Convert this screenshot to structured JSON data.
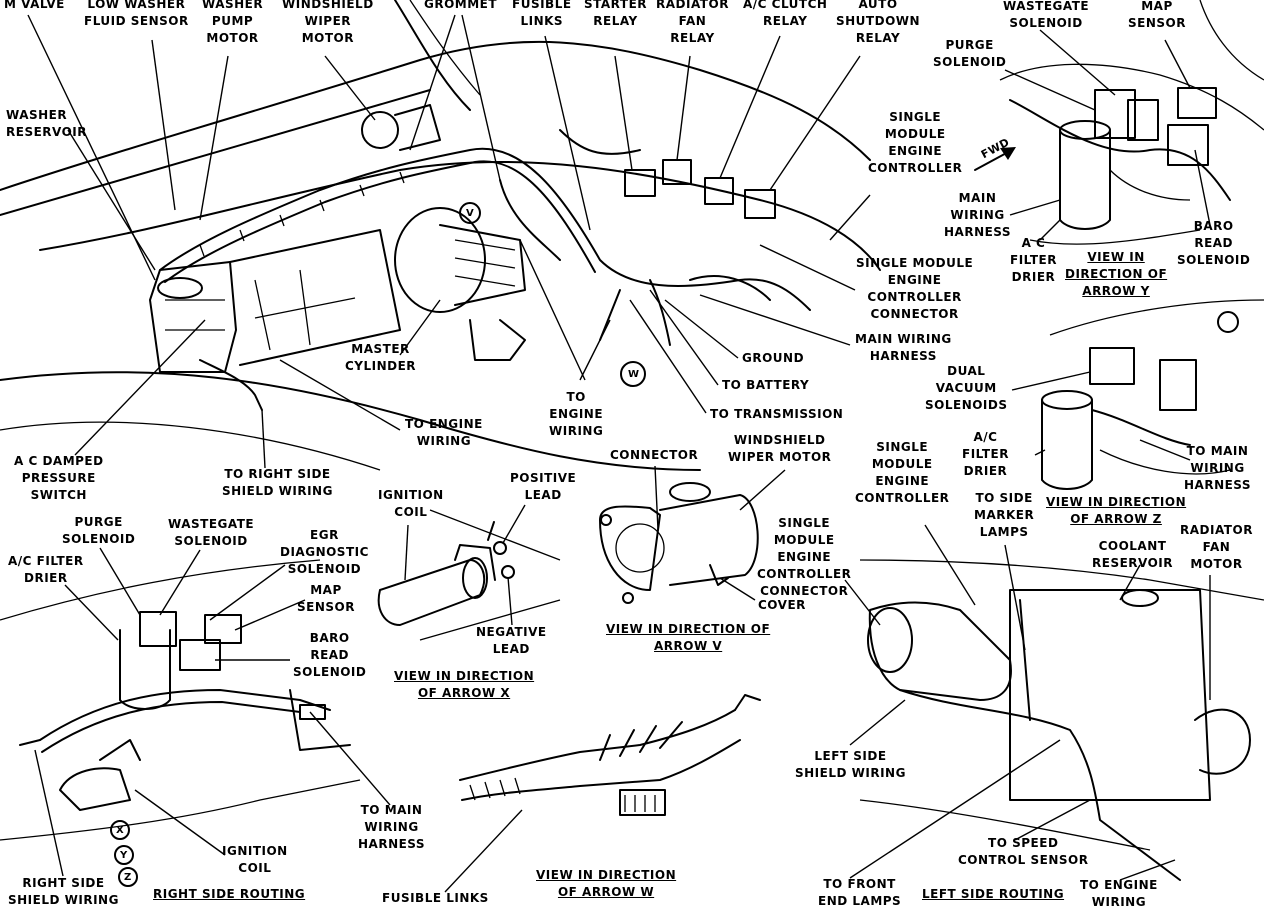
{
  "title_views": {
    "view_y": "VIEW IN\nDIRECTION OF\nARROW Y",
    "view_z": "VIEW IN DIRECTION\nOF ARROW Z",
    "view_v": "VIEW IN DIRECTION OF\nARROW V",
    "view_x": "VIEW IN DIRECTION\nOF ARROW X",
    "view_w": "VIEW IN DIRECTION\nOF ARROW W",
    "right_side_routing": "RIGHT SIDE ROUTING",
    "left_side_routing": "LEFT SIDE ROUTING"
  },
  "main_view": {
    "m_valve": "M VALVE",
    "low_washer_fluid_sensor": "LOW WASHER\nFLUID SENSOR",
    "washer_pump_motor": "WASHER\nPUMP\nMOTOR",
    "windshield_wiper_motor": "WINDSHIELD\nWIPER\nMOTOR",
    "grommet": "GROMMET",
    "fusible_links": "FUSIBLE\nLINKS",
    "starter_relay": "STARTER\nRELAY",
    "radiator_fan_relay": "RADIATOR\nFAN\nRELAY",
    "ac_clutch_relay": "A/C CLUTCH\nRELAY",
    "auto_shutdown_relay": "AUTO\nSHUTDOWN\nRELAY",
    "washer_reservoir": "WASHER\nRESERVOIR",
    "single_module_engine_controller": "SINGLE\nMODULE\nENGINE\nCONTROLLER",
    "smec_connector": "SINGLE MODULE\nENGINE\nCONTROLLER\nCONNECTOR",
    "main_wiring_harness": "MAIN WIRING\nHARNESS",
    "ground": "GROUND",
    "to_battery": "TO BATTERY",
    "to_transmission": "TO TRANSMISSION",
    "master_cylinder": "MASTER\nCYLINDER",
    "to_engine_wiring_1": "TO\nENGINE\nWIRING",
    "to_engine_wiring_2": "TO ENGINE\nWIRING",
    "ac_damped_pressure_switch": "A C DAMPED\nPRESSURE\nSWITCH",
    "to_right_side_shield_wiring": "TO RIGHT SIDE\nSHIELD WIRING",
    "arrow_v": "V",
    "arrow_w": "W"
  },
  "view_y_labels": {
    "wastegate_solenoid": "WASTEGATE\nSOLENOID",
    "map_sensor": "MAP\nSENSOR",
    "purge_solenoid": "PURGE\nSOLENOID",
    "main_wiring_harness": "MAIN\nWIRING\nHARNESS",
    "ac_filter_drier": "A C\nFILTER\nDRIER",
    "baro_read_solenoid": "BARO\nREAD\nSOLENOID",
    "fwd": "FWD"
  },
  "view_z_labels": {
    "dual_vacuum_solenoids": "DUAL\nVACUUM\nSOLENOIDS",
    "ac_filter_drier": "A/C\nFILTER\nDRIER",
    "to_main_wiring_harness": "TO MAIN\nWIRING\nHARNESS"
  },
  "view_v_labels": {
    "connector": "CONNECTOR",
    "windshield_wiper_motor": "WINDSHIELD\nWIPER MOTOR",
    "cover": "COVER"
  },
  "view_x_labels": {
    "ignition_coil": "IGNITION\nCOIL",
    "positive_lead": "POSITIVE\nLEAD",
    "negative_lead": "NEGATIVE\nLEAD"
  },
  "right_routing_labels": {
    "purge_solenoid": "PURGE\nSOLENOID",
    "wastegate_solenoid": "WASTEGATE\nSOLENOID",
    "egr_diagnostic_solenoid": "EGR\nDIAGNOSTIC\nSOLENOID",
    "ac_filter_drier": "A/C FILTER\nDRIER",
    "map_sensor": "MAP\nSENSOR",
    "baro_read_solenoid": "BARO\nREAD\nSOLENOID",
    "to_main_wiring_harness": "TO MAIN\nWIRING\nHARNESS",
    "ignition_coil": "IGNITION\nCOIL",
    "right_side_shield_wiring": "RIGHT SIDE\nSHIELD WIRING",
    "arrow_x": "X",
    "arrow_y": "Y",
    "arrow_z": "Z"
  },
  "view_w_labels": {
    "fusible_links": "FUSIBLE LINKS"
  },
  "left_routing_labels": {
    "single_module_engine_controller": "SINGLE\nMODULE\nENGINE\nCONTROLLER",
    "smec_connector": "SINGLE\nMODULE\nENGINE\nCONTROLLER\nCONNECTOR",
    "to_side_marker_lamps": "TO SIDE\nMARKER\nLAMPS",
    "coolant_reservoir": "COOLANT\nRESERVOIR",
    "radiator_fan_motor": "RADIATOR\nFAN\nMOTOR",
    "left_side_shield_wiring": "LEFT SIDE\nSHIELD WIRING",
    "to_speed_control_sensor": "TO SPEED\nCONTROL SENSOR",
    "to_front_end_lamps": "TO FRONT\nEND LAMPS",
    "to_engine_wiring": "TO ENGINE\nWIRING"
  }
}
